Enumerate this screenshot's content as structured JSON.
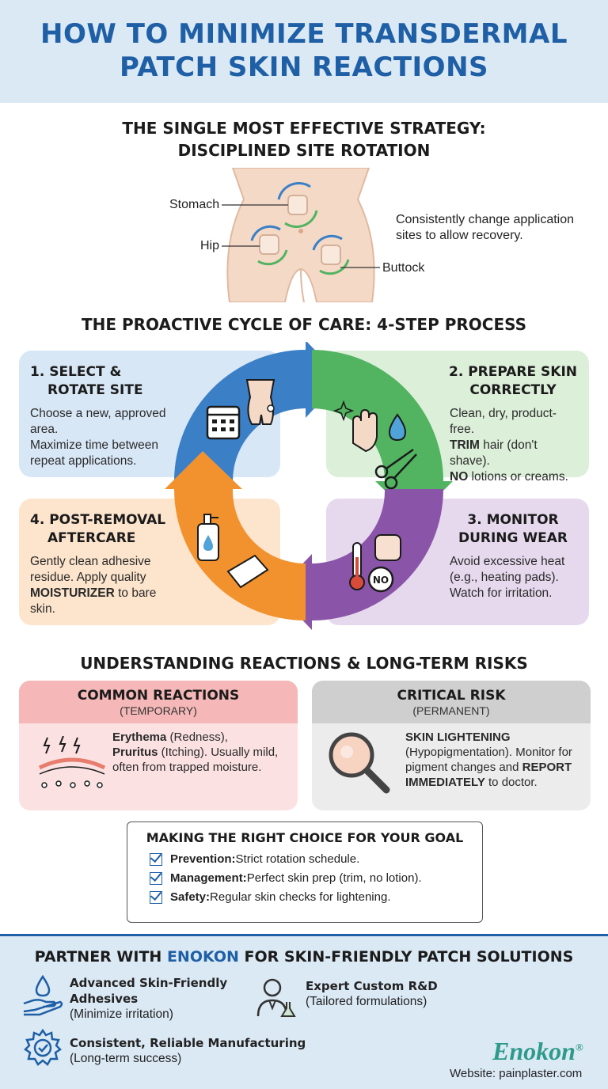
{
  "header": {
    "title_line1": "HOW TO MINIMIZE TRANSDERMAL",
    "title_line2": "PATCH SKIN REACTIONS"
  },
  "rotation": {
    "title_line1": "THE SINGLE MOST EFFECTIVE STRATEGY:",
    "title_line2": "DISCIPLINED SITE ROTATION",
    "labels": {
      "stomach": "Stomach",
      "hip": "Hip",
      "buttock": "Buttock"
    },
    "note": "Consistently change application sites to allow recovery."
  },
  "cycle": {
    "title": "THE PROACTIVE CYCLE OF CARE: 4-STEP PROCESS",
    "steps": [
      {
        "title_a": "1. SELECT &",
        "title_b": "ROTATE SITE",
        "text_a": "Choose a new, approved area.",
        "text_b": "Maximize time between repeat applications."
      },
      {
        "title_a": "2. PREPARE SKIN",
        "title_b": "CORRECTLY",
        "text_a": "Clean, dry, product-free.",
        "bold_a": "TRIM",
        "text_b": " hair (don't shave).",
        "bold_b": "NO",
        "text_c": " lotions or creams."
      },
      {
        "title_a": "3. MONITOR",
        "title_b": "DURING WEAR",
        "text_a": "Avoid excessive heat (e.g., heating pads).",
        "text_b": "Watch for irritation.",
        "badge": "NO"
      },
      {
        "title_a": "4. POST-REMOVAL",
        "title_b": "AFTERCARE",
        "text_a": "Gently clean adhesive residue. Apply quality",
        "bold_a": "MOISTURIZER",
        "text_b": " to bare skin."
      }
    ]
  },
  "risks": {
    "title": "UNDERSTANDING REACTIONS & LONG-TERM RISKS",
    "common": {
      "title": "COMMON REACTIONS",
      "sub": "(TEMPORARY)",
      "bold_a": "Erythema",
      "text_a": " (Redness),",
      "bold_b": "Pruritus",
      "text_b": " (Itching). Usually mild, often from trapped moisture."
    },
    "critical": {
      "title": "CRITICAL RISK",
      "sub": "(PERMANENT)",
      "bold_a": "SKIN LIGHTENING",
      "text_a": "(Hypopigmentation). Monitor for pigment changes and",
      "bold_b": "REPORT IMMEDIATELY",
      "text_b": " to doctor."
    }
  },
  "choice": {
    "title": "MAKING THE RIGHT CHOICE FOR YOUR GOAL",
    "items": [
      {
        "bold": "Prevention:",
        "text": " Strict rotation schedule."
      },
      {
        "bold": "Management:",
        "text": " Perfect skin prep (trim, no lotion)."
      },
      {
        "bold": "Safety:",
        "text": " Regular skin checks for lightening."
      }
    ]
  },
  "footer": {
    "title_a": "PARTNER WITH ",
    "brand": "ENOKON",
    "title_b": " FOR SKIN-FRIENDLY PATCH SOLUTIONS",
    "features": [
      {
        "title": "Advanced Skin-Friendly Adhesives",
        "sub": "(Minimize irritation)"
      },
      {
        "title": "Expert Custom R&D",
        "sub": "(Tailored formulations)"
      },
      {
        "title": "Consistent, Reliable Manufacturing",
        "sub": "(Long-term success)"
      }
    ],
    "logo": "Enokon",
    "logo_mark": "®",
    "website": "Website: painplaster.com"
  },
  "colors": {
    "blue": "#1f5fa6",
    "green": "#52b361",
    "purple": "#8a55a8",
    "orange": "#f2922e",
    "step_blue": "#3b7fc7"
  }
}
